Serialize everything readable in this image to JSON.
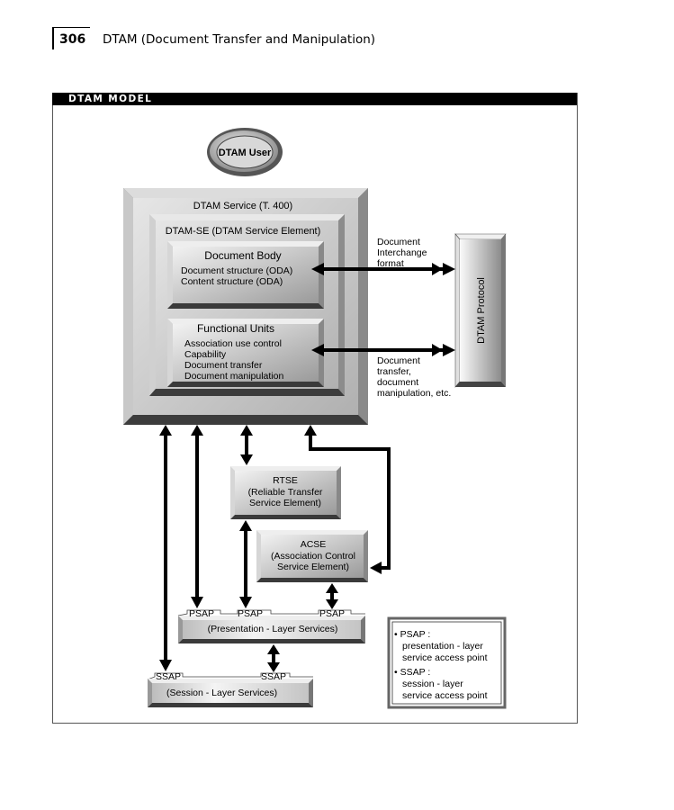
{
  "page": {
    "number": "306",
    "title": "DTAM (Document Transfer and Manipulation)"
  },
  "figure": {
    "title": "DTAM MODEL"
  },
  "diagram": {
    "user": "DTAM User",
    "service": "DTAM Service  (T. 400)",
    "service_element": "DTAM-SE (DTAM Service Element)",
    "document_body": {
      "title": "Document Body",
      "lines": [
        "Document structure (ODA)",
        "Content structure (ODA)"
      ]
    },
    "functional_units": {
      "title": "Functional Units",
      "lines": [
        "Association use control",
        "Capability",
        "Document transfer",
        "Document manipulation"
      ]
    },
    "protocol": "DTAM Protocol",
    "arrow_labels": {
      "interchange": [
        "Document",
        "Interchange",
        "format"
      ],
      "transfer": [
        "Document",
        "transfer,",
        "document",
        "manipulation, etc."
      ]
    },
    "rtse": [
      "RTSE",
      "(Reliable Transfer",
      "Service Element)"
    ],
    "acse": [
      "ACSE",
      "(Association Control",
      "Service Element)"
    ],
    "presentation": {
      "label": "(Presentation - Layer Services)",
      "access_points": [
        "PSAP",
        "PSAP",
        "PSAP"
      ]
    },
    "session": {
      "label": "(Session - Layer Services)",
      "access_points": [
        "SSAP",
        "SSAP"
      ]
    },
    "legend": {
      "items": [
        {
          "term": "• PSAP :",
          "lines": [
            "presentation - layer",
            "service access point"
          ]
        },
        {
          "term": "• SSAP :",
          "lines": [
            "session - layer",
            "service access point"
          ]
        }
      ]
    }
  }
}
